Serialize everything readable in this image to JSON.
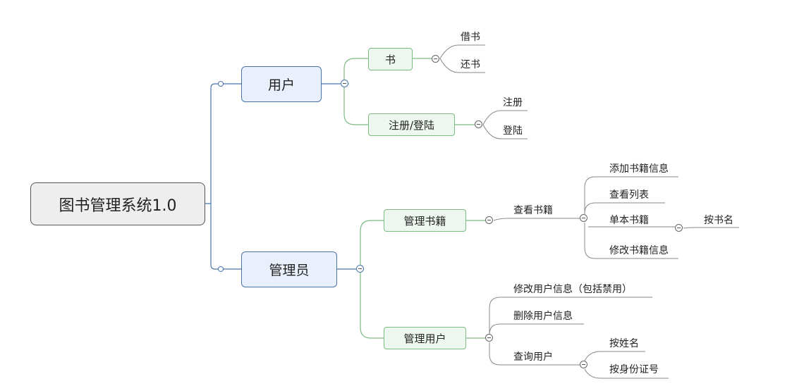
{
  "mindmap": {
    "root": "图书管理系统1.0",
    "user": {
      "label": "用户",
      "book": {
        "label": "书",
        "items": [
          "借书",
          "还书"
        ]
      },
      "account": {
        "label": "注册/登陆",
        "items": [
          "注册",
          "登陆"
        ]
      }
    },
    "admin": {
      "label": "管理员",
      "manage_books": {
        "label": "管理书籍",
        "view_books": {
          "label": "查看书籍",
          "add_info": "添加书籍信息",
          "view_list": "查看列表",
          "single_book": {
            "label": "单本书籍",
            "items": [
              "按书名"
            ]
          },
          "edit_info": "修改书籍信息"
        }
      },
      "manage_users": {
        "label": "管理用户",
        "edit_user": "修改用户信息（包括禁用）",
        "delete_user": "删除用户信息",
        "query_user": {
          "label": "查询用户",
          "items": [
            "按姓名",
            "按身份证号"
          ]
        }
      }
    }
  },
  "colors": {
    "main_branch": "#4a73ad",
    "sub_branch": "#7dbb83",
    "leaf_line": "#888888",
    "root_fill": "#eeeeee",
    "level1_fill": "#eaf0fb",
    "level2_fill": "#eef7ef"
  }
}
